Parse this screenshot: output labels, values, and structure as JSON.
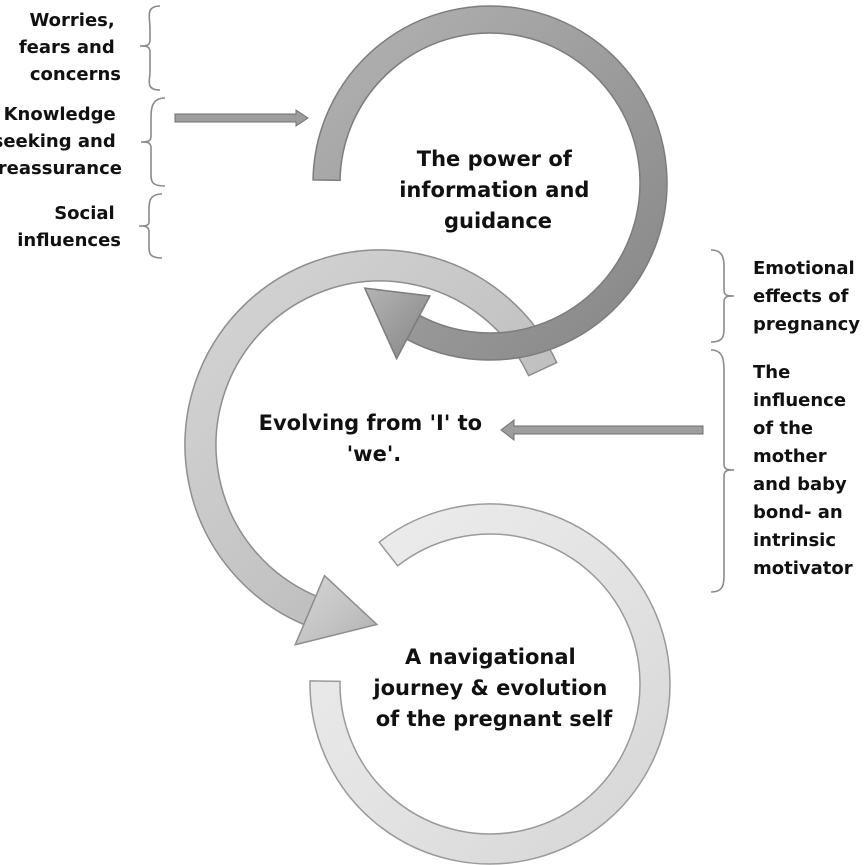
{
  "stages": [
    {
      "lines": [
        "The power of",
        "information and",
        "guidance"
      ]
    },
    {
      "lines": [
        "Evolving from 'I' to",
        "'we'."
      ]
    },
    {
      "lines": [
        "A navigational",
        "journey & evolution",
        "of the pregnant self"
      ]
    }
  ],
  "left_themes": [
    {
      "lines": [
        "Worries,",
        "fears and",
        "concerns"
      ]
    },
    {
      "lines": [
        "Knowledge",
        "seeking and",
        "reassurance"
      ]
    },
    {
      "lines": [
        "Social",
        "influences"
      ]
    }
  ],
  "right_themes": [
    {
      "lines": [
        "Emotional",
        "effects of",
        "pregnancy"
      ]
    },
    {
      "lines": [
        "The",
        "influence",
        "of the",
        "mother",
        "and baby",
        "bond- an",
        "intrinsic",
        "motivator"
      ]
    }
  ],
  "colors": {
    "ring_top": "#9a9a9a",
    "ring_middle": "#c4c4c4",
    "ring_bottom": "#e3e3e3",
    "ring_edge": "#8c8c8c",
    "arrow": "#9d9d9d",
    "brace": "#8a8a8a",
    "text": "#111111"
  }
}
